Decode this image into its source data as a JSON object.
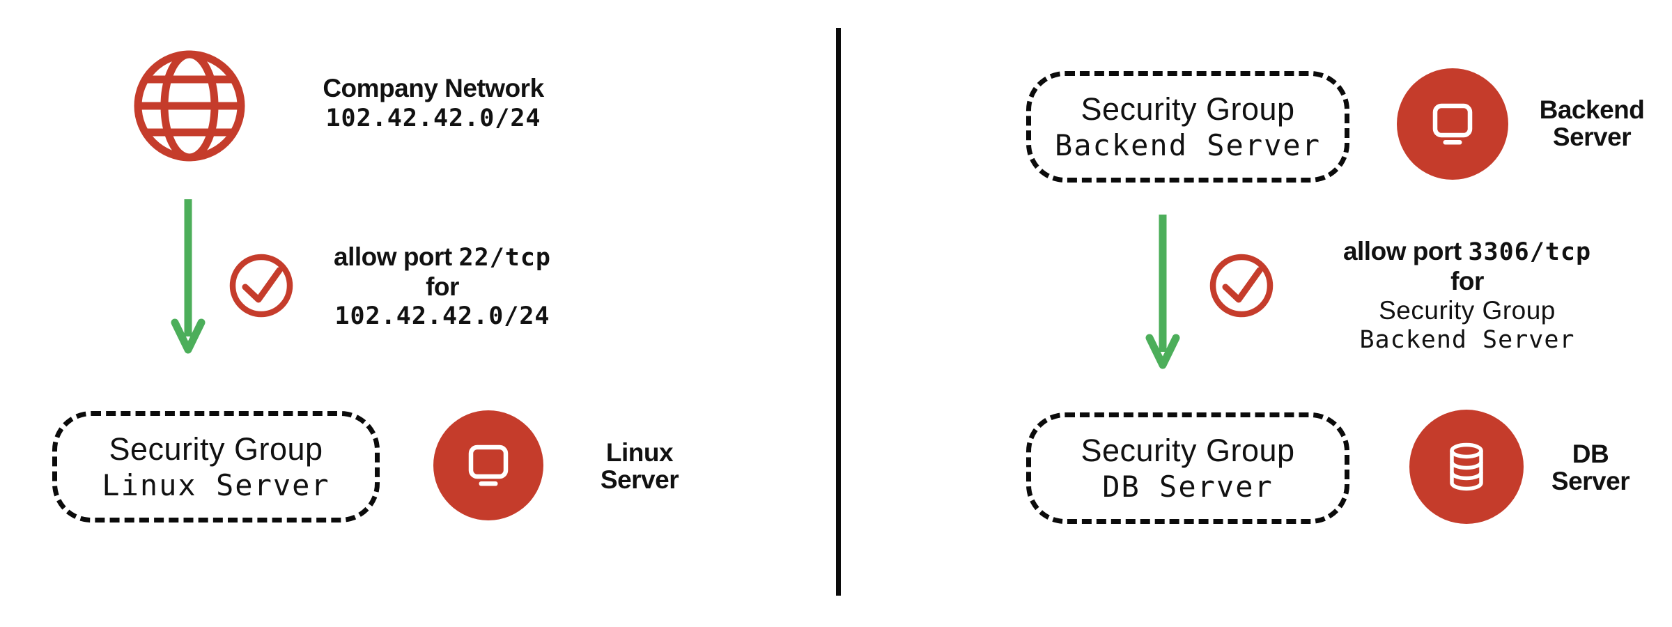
{
  "colors": {
    "accent_red": "#C53C2B",
    "arrow_green": "#4CAE5A",
    "ink_black": "#0b0b0b",
    "background": "#ffffff"
  },
  "left_panel": {
    "source": {
      "icon": "globe-icon",
      "title": "Company Network",
      "subtitle": "102.42.42.0/24"
    },
    "arrow_icon": "down-arrow-icon",
    "rule": {
      "icon": "check-circle-icon",
      "line1_prefix": "allow port ",
      "line1_port": "22/tcp",
      "line2": "for",
      "line3": "102.42.42.0/24"
    },
    "security_group": {
      "label": "Security Group",
      "name": "Linux Server"
    },
    "server": {
      "icon": "monitor-icon",
      "caption": [
        "Linux",
        "Server"
      ]
    }
  },
  "right_panel": {
    "source_group": {
      "label": "Security Group",
      "name": "Backend Server"
    },
    "source_server": {
      "icon": "monitor-icon",
      "caption": [
        "Backend",
        "Server"
      ]
    },
    "arrow_icon": "down-arrow-icon",
    "rule": {
      "icon": "check-circle-icon",
      "line1_prefix": "allow port ",
      "line1_port": "3306/tcp",
      "line2": "for",
      "line3": "Security Group",
      "line4": "Backend Server"
    },
    "security_group": {
      "label": "Security Group",
      "name": "DB Server"
    },
    "server": {
      "icon": "database-icon",
      "caption": [
        "DB",
        "Server"
      ]
    }
  }
}
